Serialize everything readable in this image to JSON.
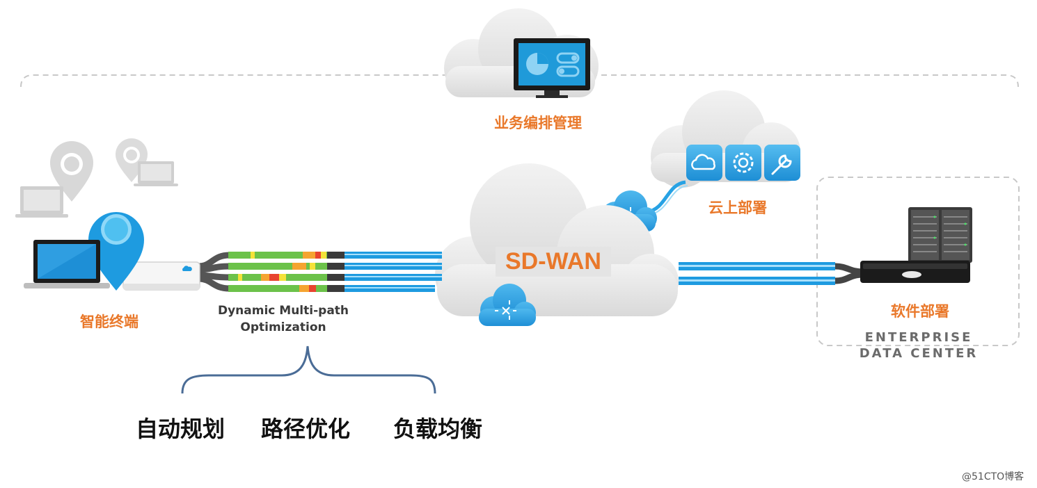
{
  "labels": {
    "orchestration": "业务编排管理",
    "cloud_deploy": "云上部署",
    "sdwan": "SD-WAN",
    "edge": "智能终端",
    "dmpo_line1": "Dynamic Multi-path",
    "dmpo_line2": "Optimization",
    "software_deploy": "软件部署",
    "dc_line1": "ENTERPRISE",
    "dc_line2": "DATA CENTER",
    "watermark": "@51CTO博客"
  },
  "features": [
    "自动规划",
    "路径优化",
    "负载均衡"
  ],
  "icons": {
    "dashboard": "dashboard-monitor-icon",
    "cloud_service": "cloud-icon",
    "settings": "gear-icon",
    "tools": "wrench-icon",
    "router": "router-cloud-icon",
    "server": "server-rack-icon",
    "location": "location-pin-icon",
    "laptop": "laptop-icon"
  },
  "colors": {
    "accent_orange": "#e9782a",
    "link_blue": "#1e9be0",
    "cloud_gray": "#e4e4e4",
    "brace_blue": "#4a6c96",
    "segment_green": "#6cc24a",
    "segment_orange": "#f5a431",
    "segment_yellow": "#f4e23a",
    "segment_red": "#e8442f"
  }
}
